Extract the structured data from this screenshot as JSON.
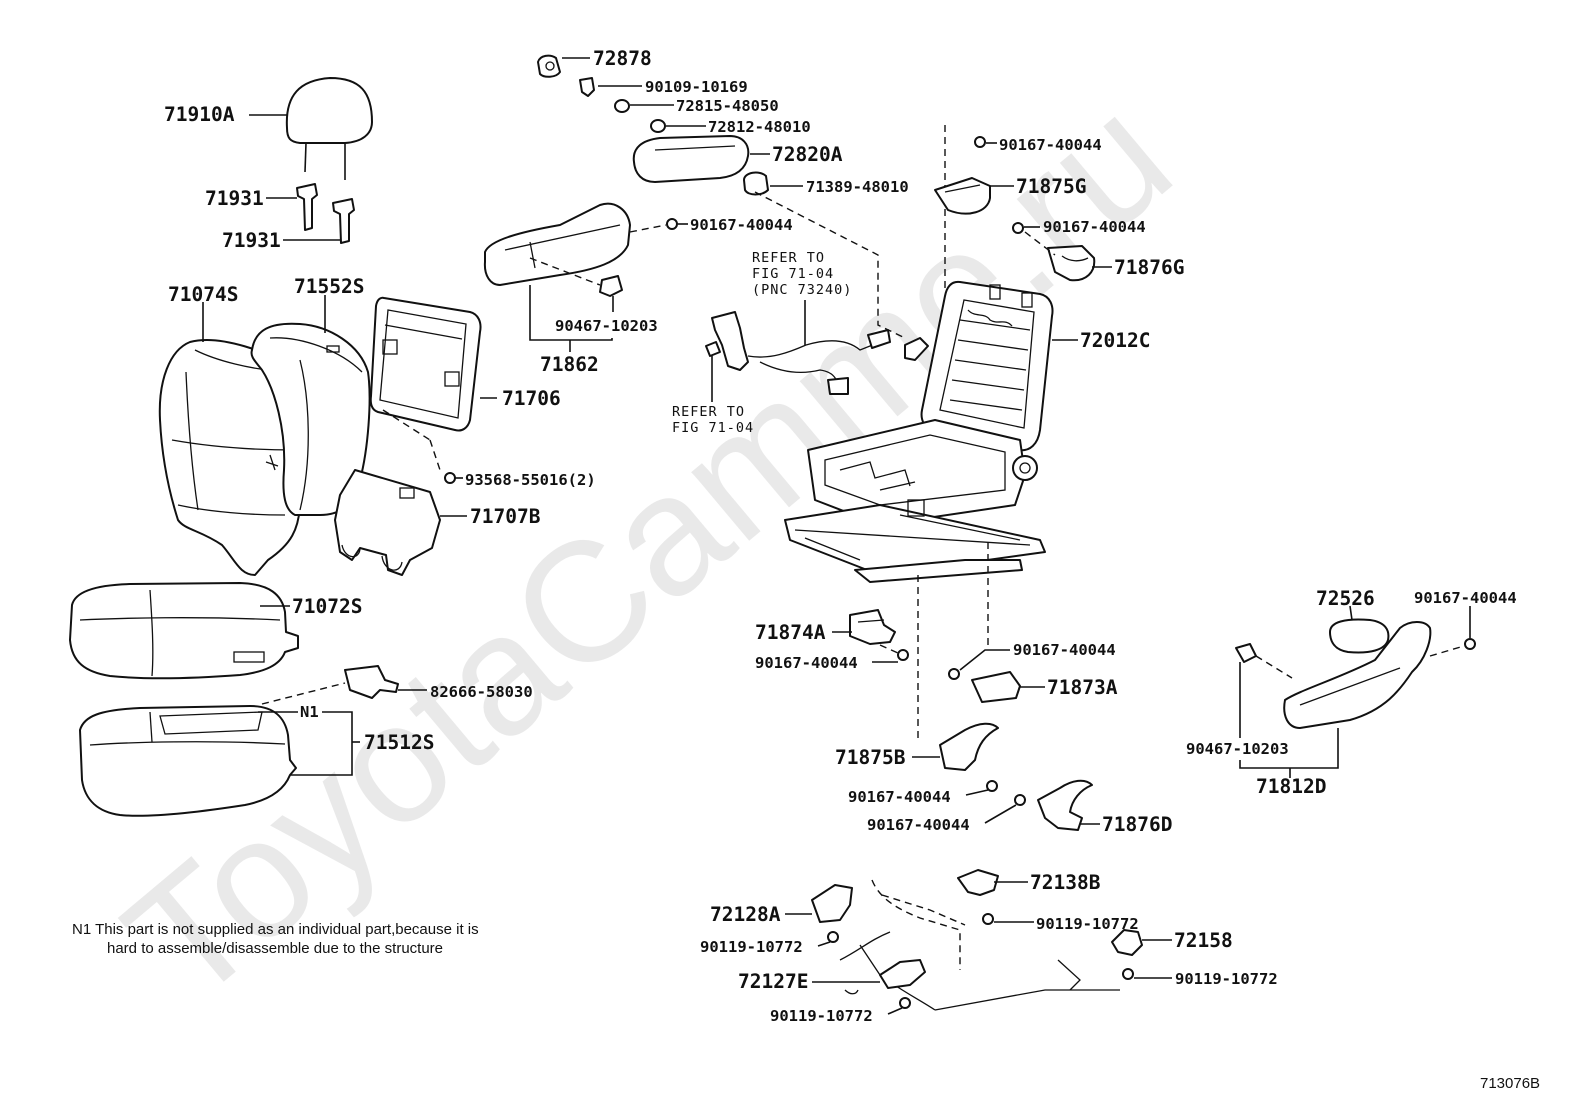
{
  "watermark": "ToyotaCamme.ru",
  "parts": {
    "p72878": "72878",
    "p90109": "90109-10169",
    "p72815": "72815-48050",
    "p72812": "72812-48010",
    "p72820A": "72820A",
    "p71389": "71389-48010",
    "p71910A": "71910A",
    "p71931a": "71931",
    "p71931b": "71931",
    "p90167a": "90167-40044",
    "p71875G": "71875G",
    "p90167b": "90167-40044",
    "p90167c": "90167-40044",
    "p71876G": "71876G",
    "p71074S": "71074S",
    "p71552S": "71552S",
    "p90467a": "90467-10203",
    "p71862": "71862",
    "p72012C": "72012C",
    "p71706": "71706",
    "p93568": "93568-55016(2)",
    "p71707B": "71707B",
    "p71072S": "71072S",
    "p72526": "72526",
    "p90167d": "90167-40044",
    "p71874A": "71874A",
    "p90167e": "90167-40044",
    "p90167f": "90167-40044",
    "p71873A": "71873A",
    "p82666": "82666-58030",
    "pN1": "N1",
    "p71512S": "71512S",
    "p90467b": "90467-10203",
    "p71812D": "71812D",
    "p71875B": "71875B",
    "p90167g": "90167-40044",
    "p90167h": "90167-40044",
    "p71876D": "71876D",
    "p72138B": "72138B",
    "p72128A": "72128A",
    "p90119a": "90119-10772",
    "p90119b": "90119-10772",
    "p72158": "72158",
    "p72127E": "72127E",
    "p90119c": "90119-10772",
    "p90119d": "90119-10772"
  },
  "refs": {
    "ref1_l1": "REFER TO",
    "ref1_l2": "FIG 71-04",
    "ref1_l3": "(PNC 73240)",
    "ref2_l1": "REFER TO",
    "ref2_l2": "FIG 71-04"
  },
  "note": {
    "line1": "N1  This part is not supplied as an individual  part,because it is",
    "line2": "hard to  assemble/disassemble due to the structure"
  },
  "figure_id": "713076B"
}
